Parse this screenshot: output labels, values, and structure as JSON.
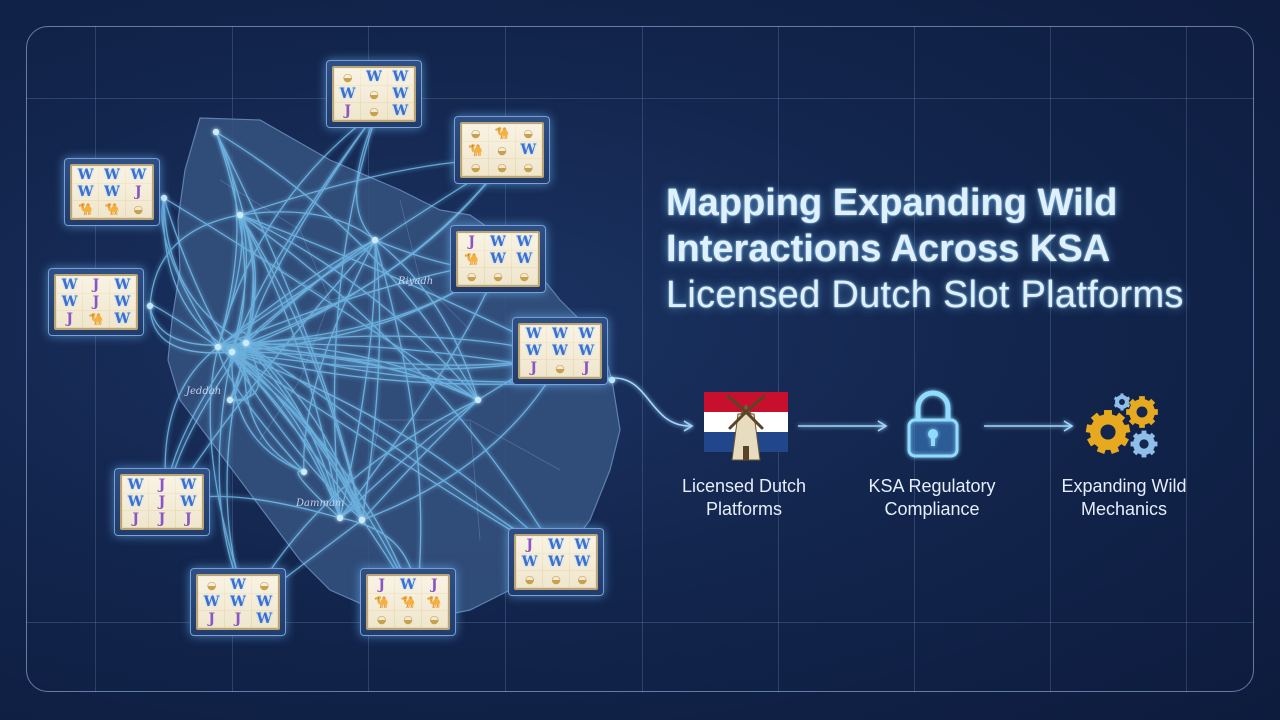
{
  "title": {
    "line1": "Mapping Expanding Wild",
    "line2": "Interactions Across KSA",
    "line3": "Licensed Dutch Slot Platforms"
  },
  "map_labels": [
    "Riyadh",
    "Jeddah",
    "Dammam"
  ],
  "flow": [
    {
      "line1": "Licensed Dutch",
      "line2": "Platforms",
      "icon": "dutch-flag-windmill-icon"
    },
    {
      "line1": "KSA Regulatory",
      "line2": "Compliance",
      "icon": "padlock-icon"
    },
    {
      "line1": "Expanding Wild",
      "line2": "Mechanics",
      "icon": "gears-icon"
    }
  ],
  "colors": {
    "background": "#13264e",
    "glow": "#7fd0ff",
    "title": "#dff0ff",
    "flag_red": "#c8102e",
    "flag_blue": "#21468b",
    "gear": "#e7a91f"
  },
  "slot_machines": [
    {
      "symbols": [
        "s",
        "W",
        "W",
        "W",
        "s",
        "W",
        "J",
        "s",
        "W"
      ]
    },
    {
      "symbols": [
        "s",
        "c",
        "s",
        "c",
        "s",
        "W",
        "s",
        "s",
        "s"
      ]
    },
    {
      "symbols": [
        "W",
        "W",
        "W",
        "W",
        "W",
        "J",
        "c",
        "c",
        "s"
      ]
    },
    {
      "symbols": [
        "J",
        "W",
        "W",
        "c",
        "W",
        "W",
        "s",
        "s",
        "s"
      ]
    },
    {
      "symbols": [
        "W",
        "J",
        "W",
        "W",
        "J",
        "W",
        "J",
        "c",
        "W"
      ]
    },
    {
      "symbols": [
        "W",
        "W",
        "W",
        "W",
        "W",
        "W",
        "J",
        "s",
        "J"
      ]
    },
    {
      "symbols": [
        "W",
        "J",
        "W",
        "W",
        "J",
        "W",
        "J",
        "J",
        "J"
      ]
    },
    {
      "symbols": [
        "J",
        "W",
        "W",
        "W",
        "W",
        "W",
        "s",
        "s",
        "s"
      ]
    },
    {
      "symbols": [
        "s",
        "W",
        "s",
        "W",
        "W",
        "W",
        "J",
        "J",
        "W"
      ]
    },
    {
      "symbols": [
        "J",
        "W",
        "J",
        "c",
        "c",
        "c",
        "s",
        "s",
        "s"
      ]
    }
  ],
  "symbol_chars": {
    "W": "W",
    "J": "J",
    "c": "🐪",
    "s": "◒"
  }
}
